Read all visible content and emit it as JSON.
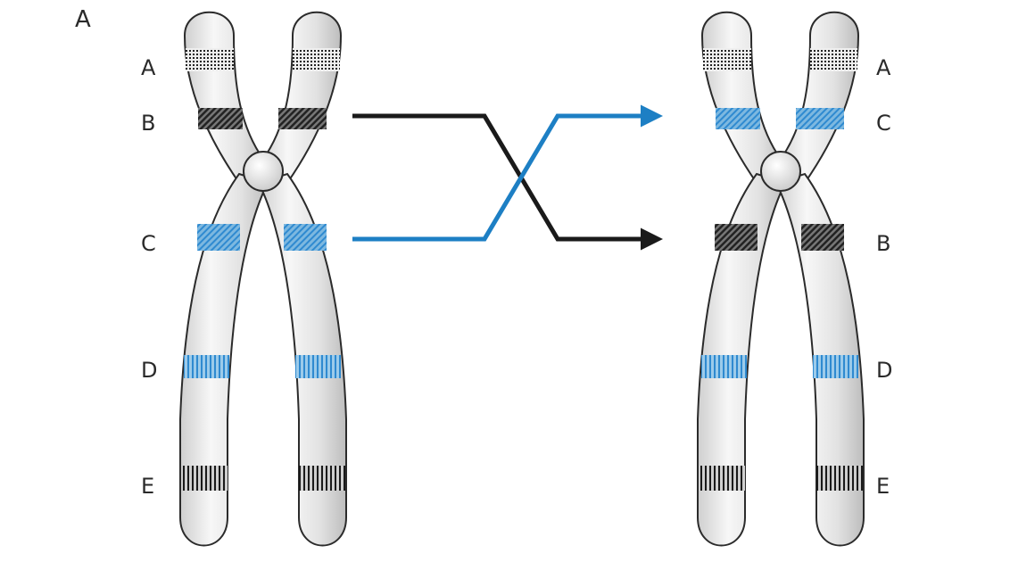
{
  "panel_label": "A",
  "left_chromosome": {
    "labels": [
      "A",
      "B",
      "C",
      "D",
      "E"
    ]
  },
  "right_chromosome": {
    "labels": [
      "A",
      "C",
      "B",
      "D",
      "E"
    ]
  },
  "colors": {
    "blue": "#1d7fc4",
    "black": "#1a1a1a",
    "chromosome_fill": "#e6e6e6",
    "outline": "#2b2b2b"
  }
}
